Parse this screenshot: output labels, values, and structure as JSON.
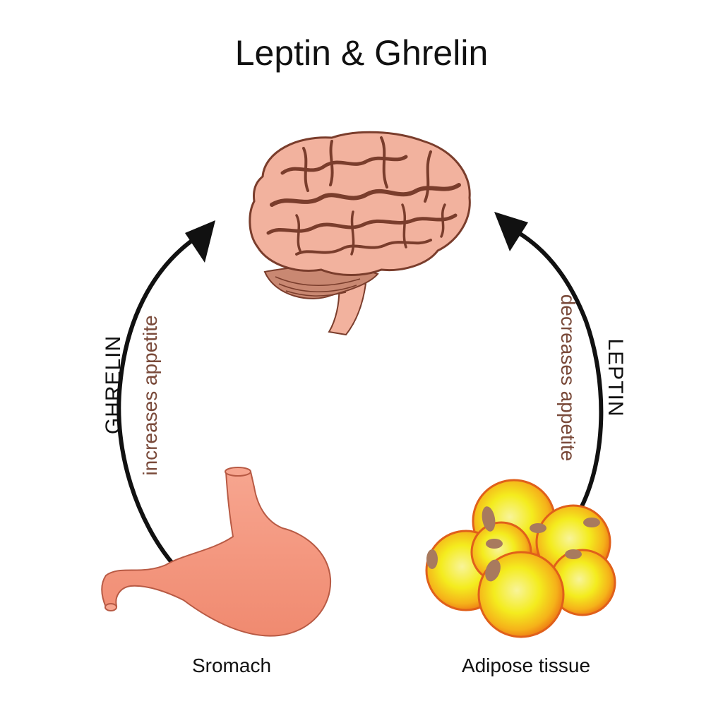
{
  "title": "Leptin & Ghrelin",
  "ghrelin": {
    "hormone": "GHRELIN",
    "effect": "increases appetite"
  },
  "leptin": {
    "hormone": "LEPTIN",
    "effect": "decreases appetite"
  },
  "labels": {
    "stomach": "Sromach",
    "adipose": "Adipose tissue"
  },
  "colors": {
    "brain": "#f2b29e",
    "brain_outline": "#7a3d2c",
    "stomach": "#f3937a",
    "fat_cell_rim": "#f07a18",
    "fat_cell_core": "#f6f020",
    "effect_text": "#7a4a3a"
  }
}
